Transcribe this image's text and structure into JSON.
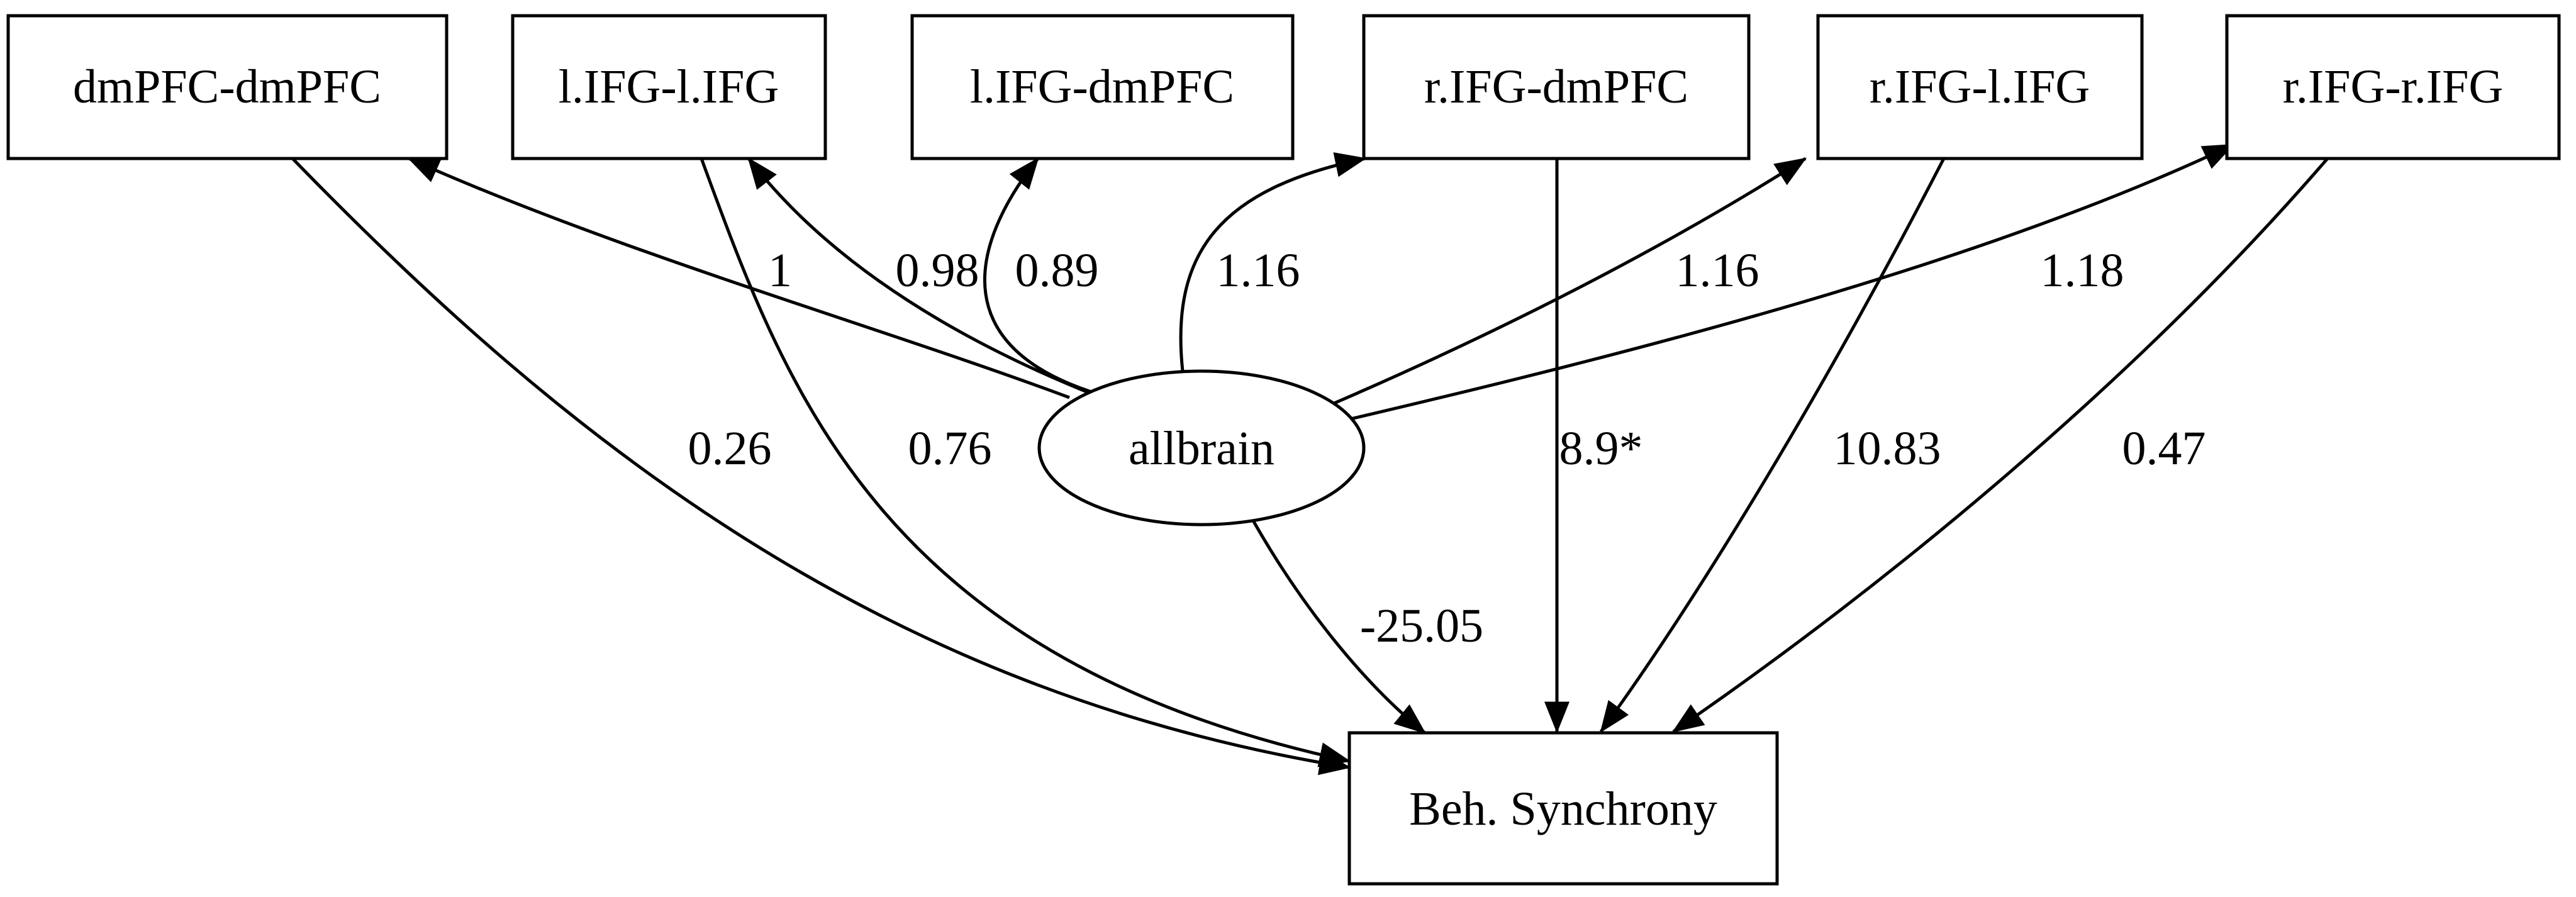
{
  "nodes": {
    "dmpfc_dmpfc": "dmPFC-dmPFC",
    "lifg_lifg": "l.IFG-l.IFG",
    "lifg_dmpfc": "l.IFG-dmPFC",
    "rifg_dmpfc": "r.IFG-dmPFC",
    "rifg_lifg": "r.IFG-l.IFG",
    "rifg_rifg": "r.IFG-r.IFG",
    "allbrain": "allbrain",
    "beh_synchrony": "Beh. Synchrony"
  },
  "loadings": {
    "dmpfc_dmpfc": "1",
    "lifg_lifg": "0.98",
    "lifg_dmpfc": "0.89",
    "rifg_dmpfc": "1.16",
    "rifg_lifg": "1.16",
    "rifg_rifg": "1.18"
  },
  "regressions": {
    "dmpfc_dmpfc": "0.26",
    "lifg_lifg": "0.76",
    "allbrain": "-25.05",
    "rifg_dmpfc": "8.9*",
    "rifg_lifg": "10.83",
    "rifg_rifg": "0.47"
  }
}
